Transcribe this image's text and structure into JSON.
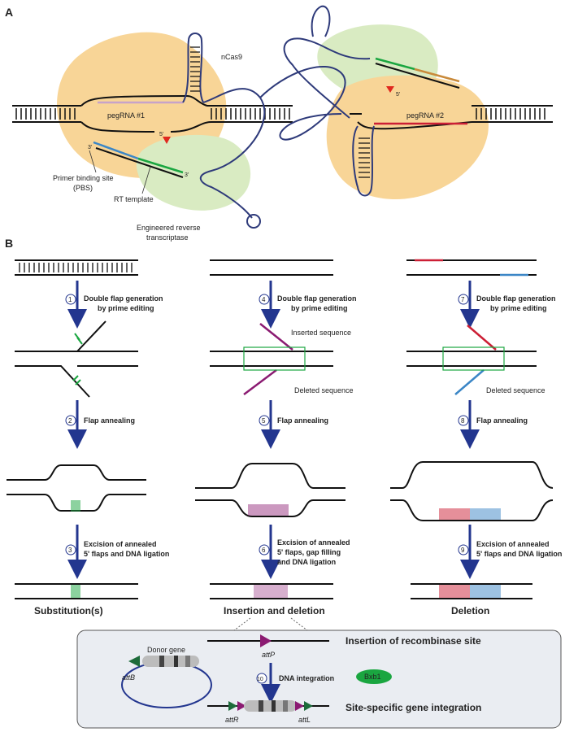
{
  "panels": {
    "a": "A",
    "b": "B"
  },
  "panel_a": {
    "ncas9": "nCas9",
    "pegrna1": "pegRNA #1",
    "pegrna2": "pegRNA #2",
    "pbs_line1": "Primer binding site",
    "pbs_line2": "(PBS)",
    "rt_template": "RT template",
    "rt_line1": "Engineered reverse",
    "rt_line2": "transcriptase",
    "three_prime": "3'",
    "five_prime": "5'"
  },
  "colors": {
    "dna": "#111111",
    "navy": "#2e3a7a",
    "orange": "#f8d597",
    "green_blob": "#d9ebc2",
    "pink": "#c7a3c9",
    "green": "#1aa640",
    "blue": "#3b86c6",
    "red": "#cc1f35",
    "purple": "#8b1b72",
    "arrow": "#23368f",
    "title": "#6f2a8c",
    "cut": "#e0281e",
    "box_fill": "#eaedf2"
  },
  "steps": {
    "s1": {
      "num": "1",
      "line1": "Double flap generation",
      "line2": "by prime editing"
    },
    "s2": {
      "num": "2",
      "line1": "Flap annealing"
    },
    "s3": {
      "num": "3",
      "line1": "Excision of annealed",
      "line2": "5' flaps and DNA ligation"
    },
    "s4": {
      "num": "4",
      "line1": "Double flap generation",
      "line2": "by prime editing"
    },
    "s5": {
      "num": "5",
      "line1": "Flap annealing"
    },
    "s6": {
      "num": "6",
      "line1": "Excision of annealed",
      "line2": "5' flaps, gap filling",
      "line3": "and DNA ligation"
    },
    "s7": {
      "num": "7",
      "line1": "Double flap generation",
      "line2": "by prime editing"
    },
    "s8": {
      "num": "8",
      "line1": "Flap annealing"
    },
    "s9": {
      "num": "9",
      "line1": "Excision of annealed",
      "line2": "5' flaps and DNA ligation"
    },
    "s10": {
      "num": "10",
      "line1": "DNA integration"
    }
  },
  "labels": {
    "inserted_sequence": "Inserted sequence",
    "deleted_sequence_mid": "Deleted sequence",
    "deleted_sequence_right": "Deleted sequence"
  },
  "outcomes": {
    "substitution": "Substitution(s)",
    "insertion_deletion": "Insertion and deletion",
    "deletion": "Deletion"
  },
  "integration": {
    "donor_gene": "Donor gene",
    "attB": "attB",
    "attP": "attP",
    "attR": "attR",
    "attL": "attL",
    "bxb1": "Bxb1",
    "insertion_title": "Insertion of recombinase site",
    "integration_title": "Site-specific gene integration"
  }
}
